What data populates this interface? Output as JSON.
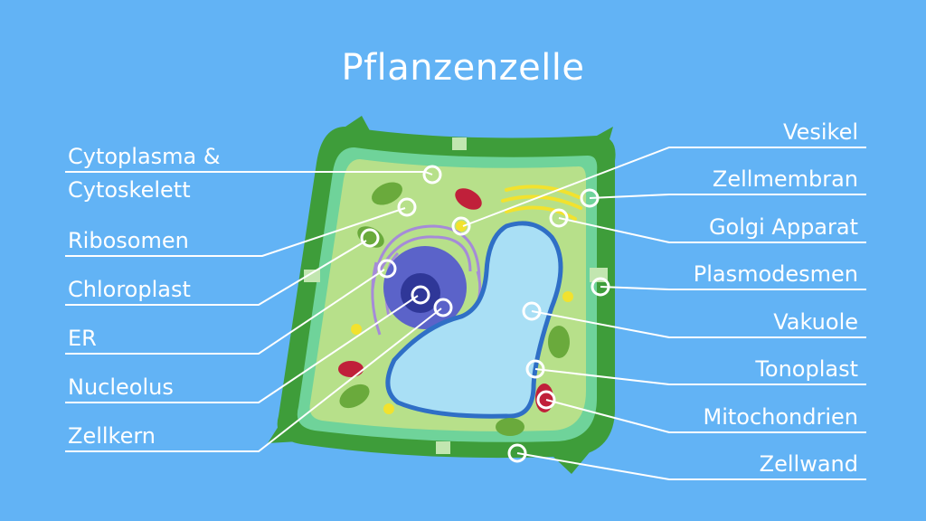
{
  "title": "Pflanzenzelle",
  "labels_left": [
    "Cytoplasma &",
    "Cytoskelett",
    "Ribosomen",
    "Chloroplast",
    "ER",
    "Nucleolus",
    "Zellkern"
  ],
  "labels_right": [
    "Vesikel",
    "Zellmembran",
    "Golgi Apparat",
    "Plasmodesmen",
    "Vakuole",
    "Tonoplast",
    "Mitochondrien",
    "Zellwand"
  ],
  "colors": {
    "background": "#62b3f5",
    "cell_wall": "#3e9d3a",
    "cell_membrane": "#6fd39a",
    "cytoplasm": "#b7e08a",
    "vacuole": "#a9dff5",
    "tonoplast": "#2f6fc6",
    "nucleus": "#5b63c9",
    "nucleolus": "#2f3798",
    "chloroplast": "#6aaa3c",
    "mitochondrion": "#c0203a",
    "golgi": "#f2e22e",
    "er": "#a58bd8",
    "label_line": "#ffffff"
  }
}
